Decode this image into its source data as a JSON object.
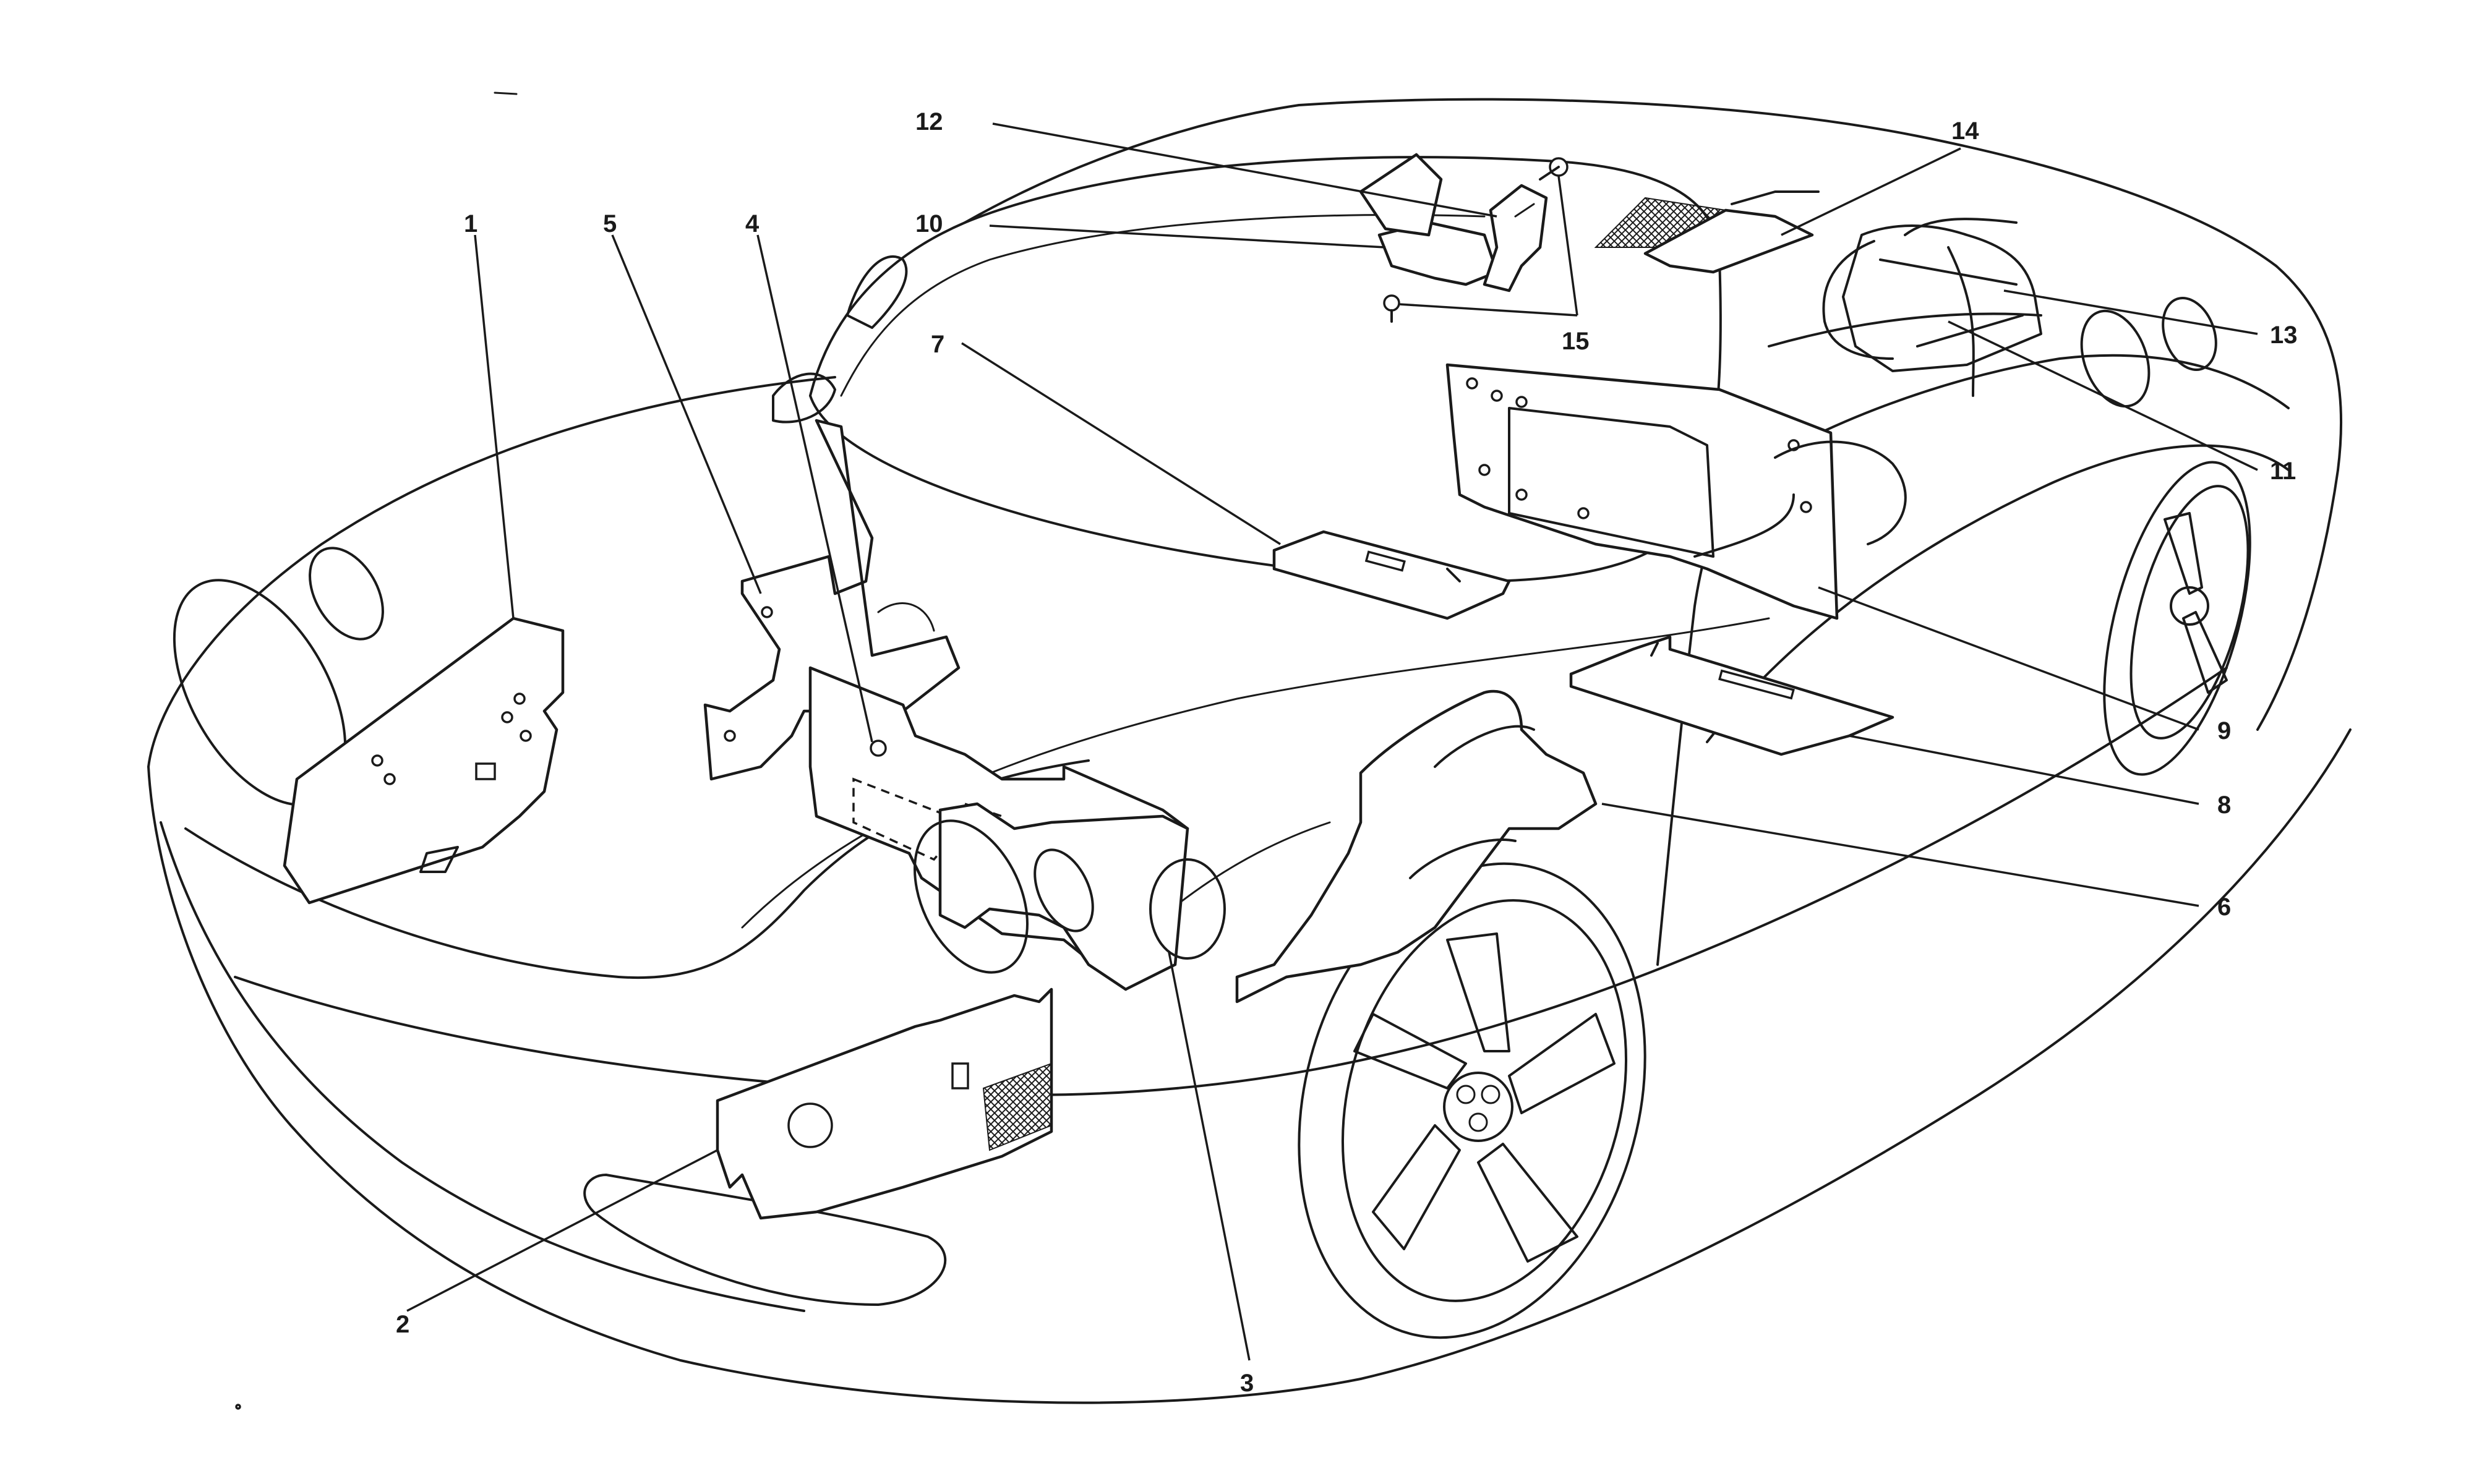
{
  "diagram": {
    "callouts": [
      {
        "id": "1",
        "label": "1",
        "part": "panel-1"
      },
      {
        "id": "2",
        "label": "2",
        "part": "panel-2"
      },
      {
        "id": "3",
        "label": "3",
        "part": "panel-3"
      },
      {
        "id": "4",
        "label": "4",
        "part": "panel-4"
      },
      {
        "id": "5",
        "label": "5",
        "part": "panel-5"
      },
      {
        "id": "6",
        "label": "6",
        "part": "panel-6"
      },
      {
        "id": "7",
        "label": "7",
        "part": "panel-7"
      },
      {
        "id": "8",
        "label": "8",
        "part": "panel-8"
      },
      {
        "id": "9",
        "label": "9",
        "part": "panel-9"
      },
      {
        "id": "10",
        "label": "10",
        "part": "panel-10"
      },
      {
        "id": "11",
        "label": "11",
        "part": "panel-11"
      },
      {
        "id": "12",
        "label": "12",
        "part": "panel-12"
      },
      {
        "id": "13",
        "label": "13",
        "part": "panel-13"
      },
      {
        "id": "14",
        "label": "14",
        "part": "panel-14"
      },
      {
        "id": "15",
        "label": "15",
        "part": "fasteners-15"
      }
    ]
  }
}
